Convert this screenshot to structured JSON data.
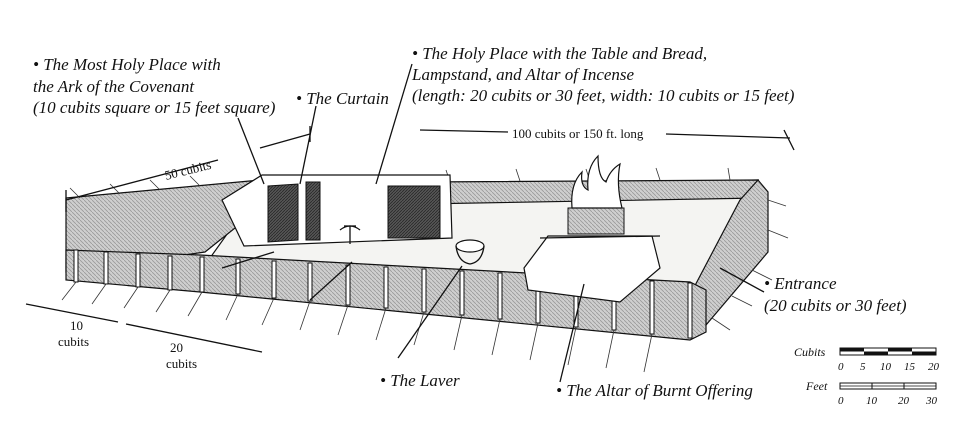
{
  "labels": {
    "most_holy": [
      "• The Most Holy Place with",
      "the Ark of the Covenant",
      "(10 cubits square or 15 feet square)"
    ],
    "curtain": "• The Curtain",
    "holy_place": [
      "• The Holy Place with the Table and Bread,",
      "Lampstand, and Altar of Incense",
      "(length: 20 cubits or 30 feet, width: 10 cubits or 15 feet)"
    ],
    "entrance": [
      "• Entrance",
      "(20 cubits or 30 feet)"
    ],
    "laver": "• The Laver",
    "altar": "• The Altar of Burnt Offering"
  },
  "measurements": {
    "length": "100 cubits or 150 ft. long",
    "width": "50 cubits",
    "ten": "10",
    "ten_unit": "cubits",
    "twenty": "20",
    "twenty_unit": "cubits"
  },
  "scale": {
    "cubits_label": "Cubits",
    "cubit_ticks": [
      "0",
      "5",
      "10",
      "15",
      "20"
    ],
    "feet_label": "Feet",
    "feet_ticks": [
      "0",
      "10",
      "20",
      "30"
    ]
  },
  "icons": [
    "flame-icon"
  ]
}
